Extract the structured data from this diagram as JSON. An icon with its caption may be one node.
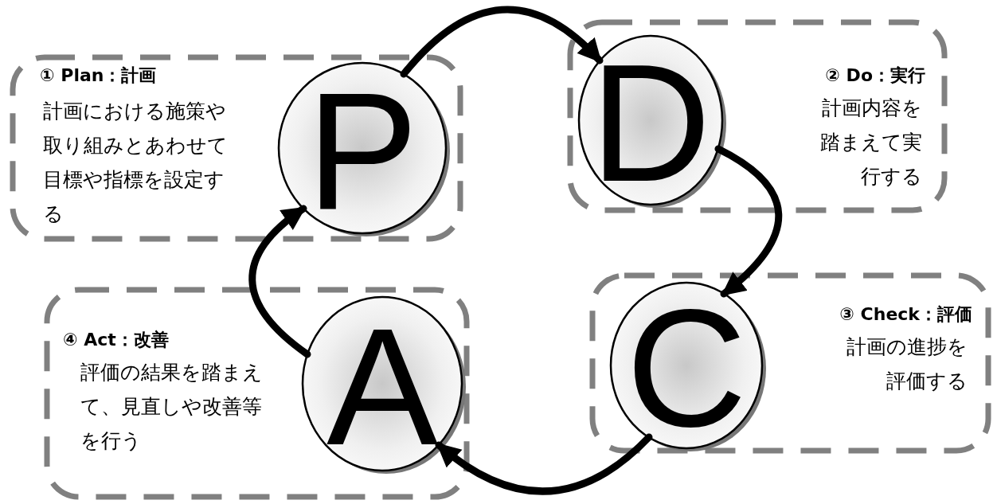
{
  "diagram": {
    "nodes": [
      {
        "text": [
          "① Plan：計画",
          "計画における施策や取り組みとあわせて目標や指標を設定する"
        ]
      },
      {
        "text": [
          "P"
        ],
        "in": 0
      },
      {
        "text": [
          "② Do：実行",
          "計画内容を踏まえて実行する"
        ]
      },
      {
        "text": [
          "D"
        ],
        "in": 2
      },
      {
        "text": [
          "③ Check：評価",
          "計画の進捗を評価する"
        ]
      },
      {
        "text": [
          "C"
        ],
        "in": 4
      },
      {
        "text": [
          "④ Act：改善",
          "評価の結果を踏まえて、見直しや改善等を行う"
        ]
      },
      {
        "text": [
          "A"
        ],
        "in": 6
      }
    ],
    "edges": [
      {
        "from": 1,
        "to": 3,
        "arrow": "to"
      },
      {
        "from": 3,
        "to": 5,
        "arrow": "to"
      },
      {
        "from": 5,
        "to": 7,
        "arrow": "to"
      },
      {
        "from": 7,
        "to": 1,
        "arrow": "to"
      }
    ]
  }
}
